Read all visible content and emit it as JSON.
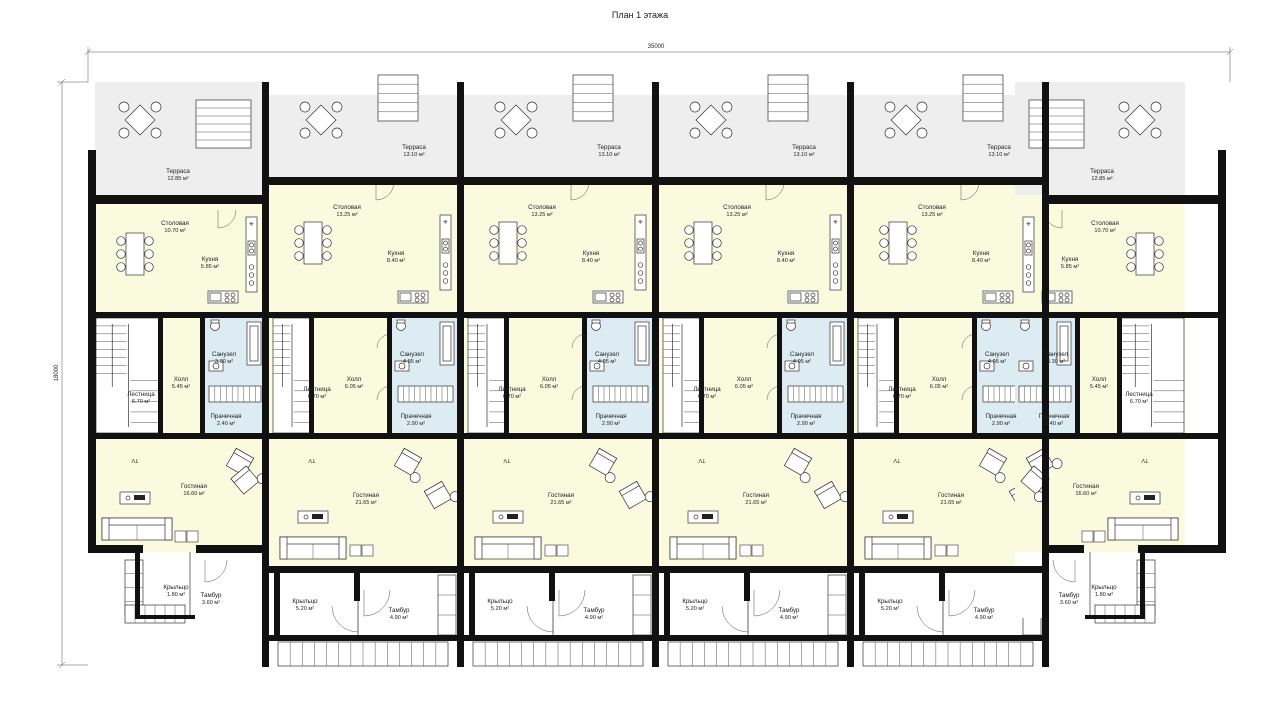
{
  "plan": {
    "title": "План 1 этажа",
    "width_dimension": "35000",
    "height_dimension": "18000",
    "tv_label": "TV",
    "end_units": [
      {
        "side": "left",
        "terrace": {
          "name": "Терраса",
          "area": "12.85 м²"
        },
        "dining": {
          "name": "Столовая",
          "area": "10.70 м²"
        },
        "kitchen": {
          "name": "Кухня",
          "area": "5.85 м²"
        },
        "bathroom": {
          "name": "Санузел",
          "area": "3.30 м²"
        },
        "stairs": {
          "name": "Лестница",
          "area": "6.70 м²"
        },
        "hall": {
          "name": "Холл",
          "area": "5.45 м²"
        },
        "laundry": {
          "name": "Прачечная",
          "area": "2.40 м²"
        },
        "living": {
          "name": "Гостиная",
          "area": "16.60 м²"
        },
        "porch": {
          "name": "Крыльцо",
          "area": "1.80 м²"
        },
        "vestibule": {
          "name": "Тамбур",
          "area": "3.60 м²"
        }
      },
      {
        "side": "right",
        "terrace": {
          "name": "Терраса",
          "area": "12.85 м²"
        },
        "dining": {
          "name": "Столовая",
          "area": "10.70 м²"
        },
        "kitchen": {
          "name": "Кухня",
          "area": "5.85 м²"
        },
        "bathroom": {
          "name": "Санузел",
          "area": "3.30 м²"
        },
        "stairs": {
          "name": "Лестница",
          "area": "6.70 м²"
        },
        "hall": {
          "name": "Холл",
          "area": "5.45 м²"
        },
        "laundry": {
          "name": "Прачечная",
          "area": "2.40 м²"
        },
        "living": {
          "name": "Гостиная",
          "area": "16.60 м²"
        },
        "porch": {
          "name": "Крыльцо",
          "area": "1.80 м²"
        },
        "vestibule": {
          "name": "Тамбур",
          "area": "3.60 м²"
        }
      }
    ],
    "middle_units": [
      {
        "terrace": {
          "name": "Терраса",
          "area": "13.10 м²"
        },
        "dining": {
          "name": "Столовая",
          "area": "13.25 м²"
        },
        "kitchen": {
          "name": "Кухня",
          "area": "8.40 м²"
        },
        "bathroom": {
          "name": "Санузел",
          "area": "4.05 м²"
        },
        "stairs": {
          "name": "Лестница",
          "area": "6.70 м²"
        },
        "hall": {
          "name": "Холл",
          "area": "6.05 м²"
        },
        "laundry": {
          "name": "Прачечная",
          "area": "2.90 м²"
        },
        "living": {
          "name": "Гостиная",
          "area": "21.65 м²"
        },
        "porch": {
          "name": "Крыльцо",
          "area": "5.20 м²"
        },
        "vestibule": {
          "name": "Тамбур",
          "area": "4.90 м²"
        }
      },
      {
        "terrace": {
          "name": "Терраса",
          "area": "13.10 м²"
        },
        "dining": {
          "name": "Столовая",
          "area": "13.25 м²"
        },
        "kitchen": {
          "name": "Кухня",
          "area": "8.40 м²"
        },
        "bathroom": {
          "name": "Санузел",
          "area": "4.05 м²"
        },
        "stairs": {
          "name": "Лестница",
          "area": "6.70 м²"
        },
        "hall": {
          "name": "Холл",
          "area": "6.05 м²"
        },
        "laundry": {
          "name": "Прачечная",
          "area": "2.90 м²"
        },
        "living": {
          "name": "Гостиная",
          "area": "21.65 м²"
        },
        "porch": {
          "name": "Крыльцо",
          "area": "5.20 м²"
        },
        "vestibule": {
          "name": "Тамбур",
          "area": "4.90 м²"
        }
      },
      {
        "terrace": {
          "name": "Терраса",
          "area": "13.10 м²"
        },
        "dining": {
          "name": "Столовая",
          "area": "13.25 м²"
        },
        "kitchen": {
          "name": "Кухня",
          "area": "8.40 м²"
        },
        "bathroom": {
          "name": "Санузел",
          "area": "4.05 м²"
        },
        "stairs": {
          "name": "Лестница",
          "area": "6.70 м²"
        },
        "hall": {
          "name": "Холл",
          "area": "6.05 м²"
        },
        "laundry": {
          "name": "Прачечная",
          "area": "2.90 м²"
        },
        "living": {
          "name": "Гостиная",
          "area": "21.65 м²"
        },
        "porch": {
          "name": "Крыльцо",
          "area": "5.20 м²"
        },
        "vestibule": {
          "name": "Тамбур",
          "area": "4.90 м²"
        }
      },
      {
        "terrace": {
          "name": "Терраса",
          "area": "13.10 м²"
        },
        "dining": {
          "name": "Столовая",
          "area": "13.25 м²"
        },
        "kitchen": {
          "name": "Кухня",
          "area": "8.40 м²"
        },
        "bathroom": {
          "name": "Санузел",
          "area": "4.05 м²"
        },
        "stairs": {
          "name": "Лестница",
          "area": "6.70 м²"
        },
        "hall": {
          "name": "Холл",
          "area": "6.05 м²"
        },
        "laundry": {
          "name": "Прачечная",
          "area": "2.90 м²"
        },
        "living": {
          "name": "Гостиная",
          "area": "21.65 м²"
        },
        "porch": {
          "name": "Крыльцо",
          "area": "5.20 м²"
        },
        "vestibule": {
          "name": "Тамбур",
          "area": "4.90 м²"
        }
      }
    ],
    "colors": {
      "wall": "#111111",
      "living_floor": "#fafadf",
      "wet_room_floor": "#dcecf2",
      "terrace_floor": "#eeeeee"
    }
  }
}
